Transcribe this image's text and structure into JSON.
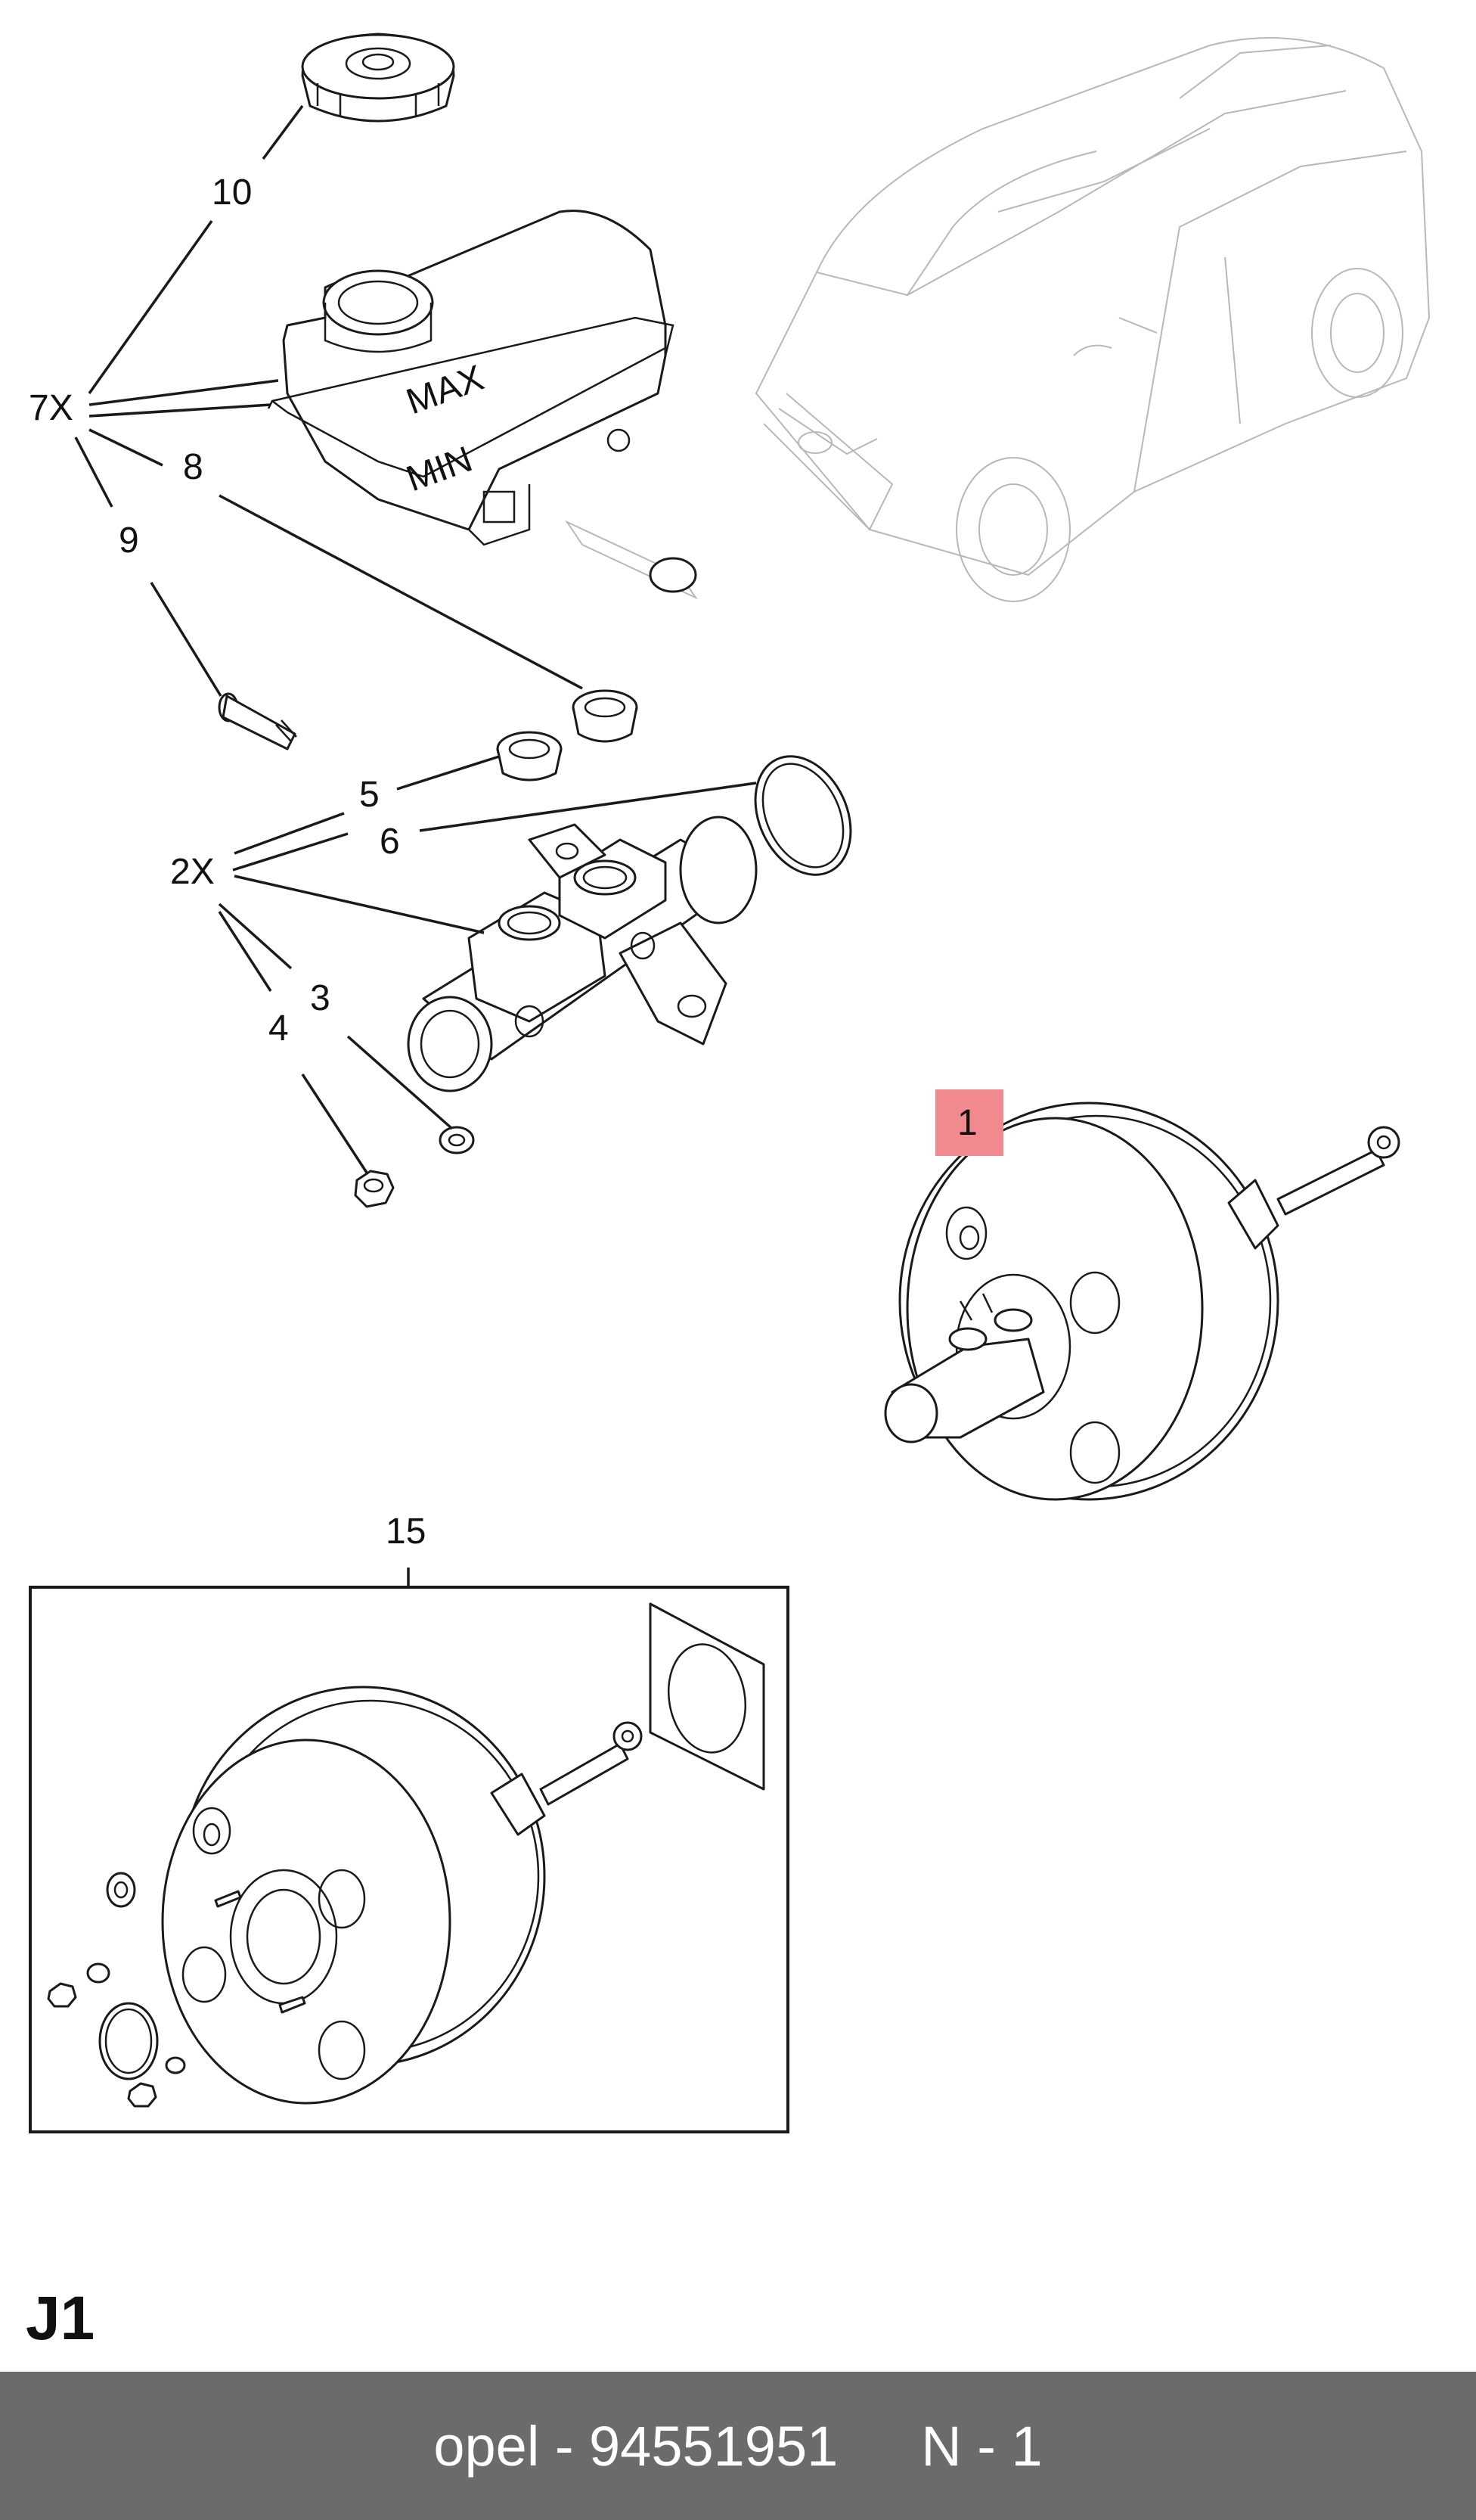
{
  "callouts": {
    "c10": "10",
    "c7x": "7X",
    "c8": "8",
    "c9": "9",
    "c5": "5",
    "c6": "6",
    "c2x": "2X",
    "c3": "3",
    "c4": "4",
    "c1": "1",
    "c15": "15"
  },
  "reservoir": {
    "max_mark": "MAX",
    "min_mark": "MIN"
  },
  "highlight_color": "#f08a8f",
  "section_label": "J1",
  "footer": {
    "brand_part": "opel - 94551951",
    "position": "N - 1"
  }
}
